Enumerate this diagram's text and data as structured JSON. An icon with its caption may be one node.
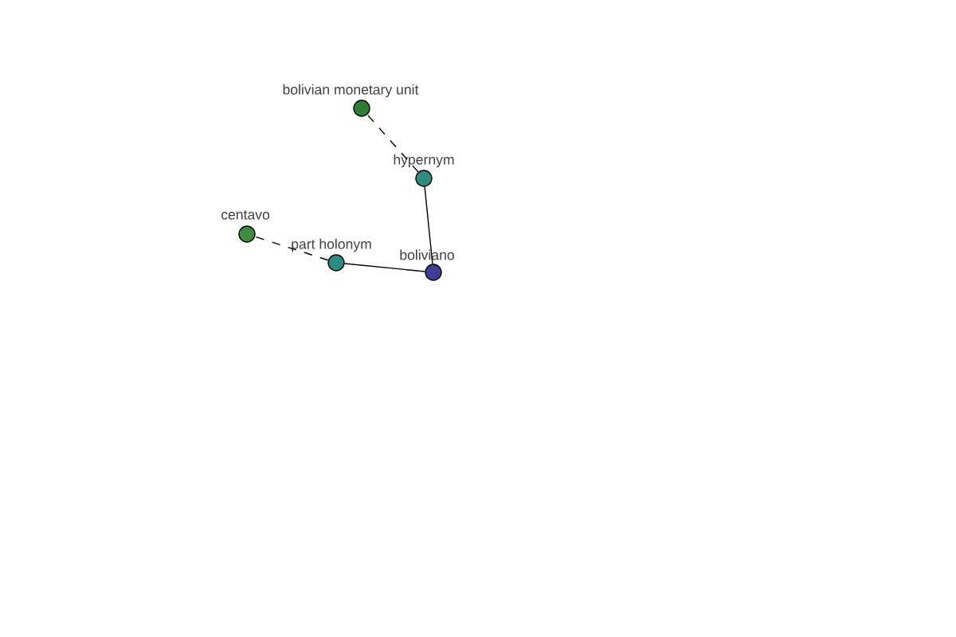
{
  "diagram": {
    "nodes": [
      {
        "text": [
          "bolivian monetary unit"
        ]
      },
      {
        "text": [
          "hypernym"
        ]
      },
      {
        "text": [
          "centavo"
        ]
      },
      {
        "text": [
          "part holonym"
        ]
      },
      {
        "text": [
          "boliviano"
        ]
      }
    ],
    "edges": [
      {
        "from": 4,
        "to": 1,
        "arrow": "none"
      },
      {
        "from": 1,
        "to": 0,
        "arrow": "none",
        "style": "dashed"
      },
      {
        "from": 4,
        "to": 3,
        "arrow": "none"
      },
      {
        "from": 3,
        "to": 2,
        "arrow": "none",
        "style": "dashed"
      }
    ]
  }
}
